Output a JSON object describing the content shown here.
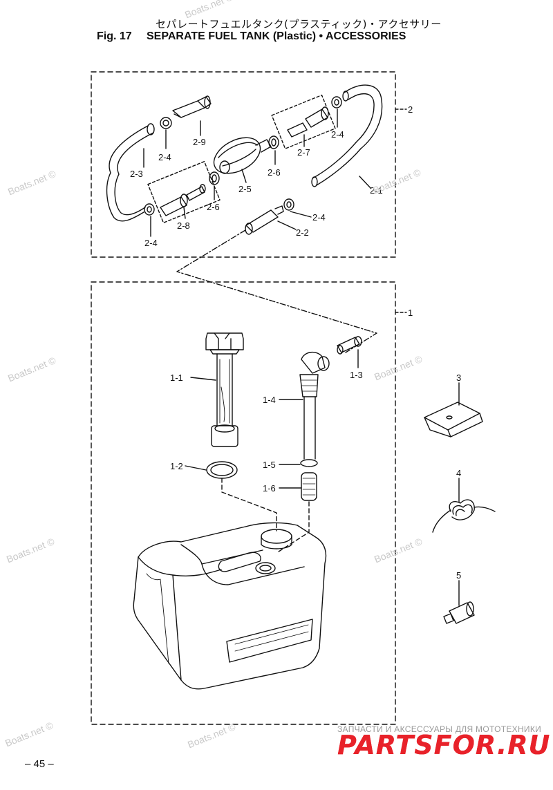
{
  "header": {
    "jp_title": "セパレートフュエルタンク(プラスティック)・アクセサリー",
    "fig_no": "Fig. 17",
    "title": "SEPARATE FUEL TANK (Plastic) • ACCESSORIES"
  },
  "labels": {
    "l2": "2",
    "l2_9": "2-9",
    "l2_4a": "2-4",
    "l2_4b": "2-4",
    "l2_4c": "2-4",
    "l2_4d": "2-4",
    "l2_3": "2-3",
    "l2_7": "2-7",
    "l2_6a": "2-6",
    "l2_6b": "2-6",
    "l2_5": "2-5",
    "l2_1": "2-1",
    "l2_8": "2-8",
    "l2_2": "2-2",
    "l1": "1",
    "l1_1": "1-1",
    "l1_2": "1-2",
    "l1_3": "1-3",
    "l1_4": "1-4",
    "l1_5": "1-5",
    "l1_6": "1-6",
    "l3": "3",
    "l4": "4",
    "l5": "5"
  },
  "watermarks": {
    "w1": "Boats.net ©",
    "w2": "Boats.net ©",
    "w3": "Boats.net ©",
    "w4": "Boats.net ©",
    "w5": "Boats.net ©",
    "w6": "Boats.net ©",
    "w7": "Boats.net ©",
    "w8": "Boats.net ©",
    "w9": "Boats.net ©"
  },
  "footer": {
    "page": "– 45 –",
    "brand_sub": "ЗАПЧАСТИ И АКСЕССУАРЫ ДЛЯ МОТОТЕХНИКИ",
    "brand": "PARTSFOR.RU"
  },
  "colors": {
    "line": "#111111",
    "brand": "#e8222a",
    "watermark": "#c9c9c9"
  }
}
